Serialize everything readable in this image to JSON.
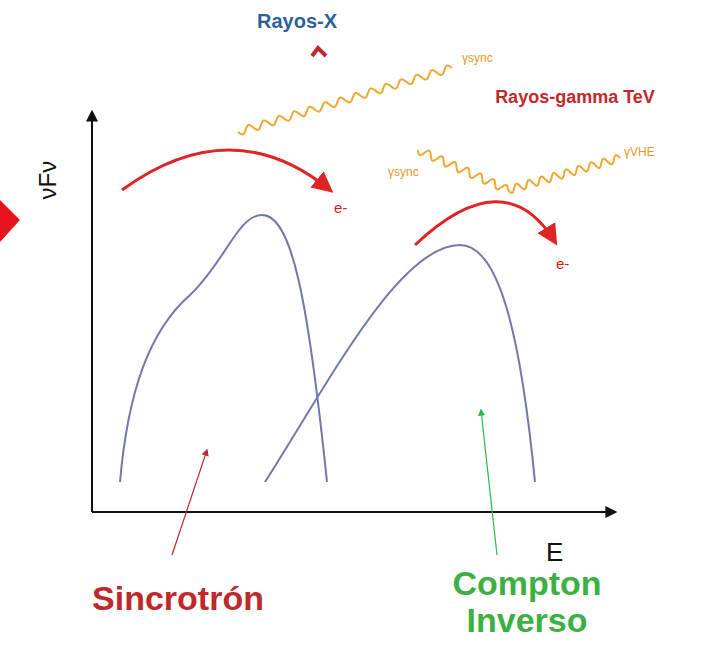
{
  "diagram": {
    "labels": [
      "Rayos-X",
      "γsync",
      "e-",
      "Rayos-gamma TeV",
      "γsync",
      "γVHE",
      "e-",
      "νFν",
      "E",
      "Sincrotrón",
      "Compton Inverso"
    ]
  }
}
